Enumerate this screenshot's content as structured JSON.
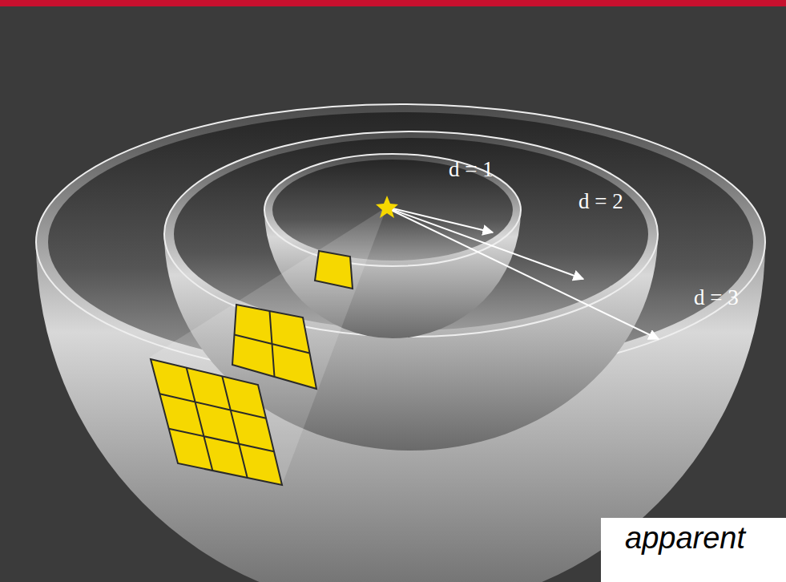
{
  "diagram": {
    "nodes": [
      {
        "text": [
          "apparent"
        ]
      }
    ],
    "labels": [
      "d = 1",
      "d = 2",
      "d = 3"
    ]
  }
}
